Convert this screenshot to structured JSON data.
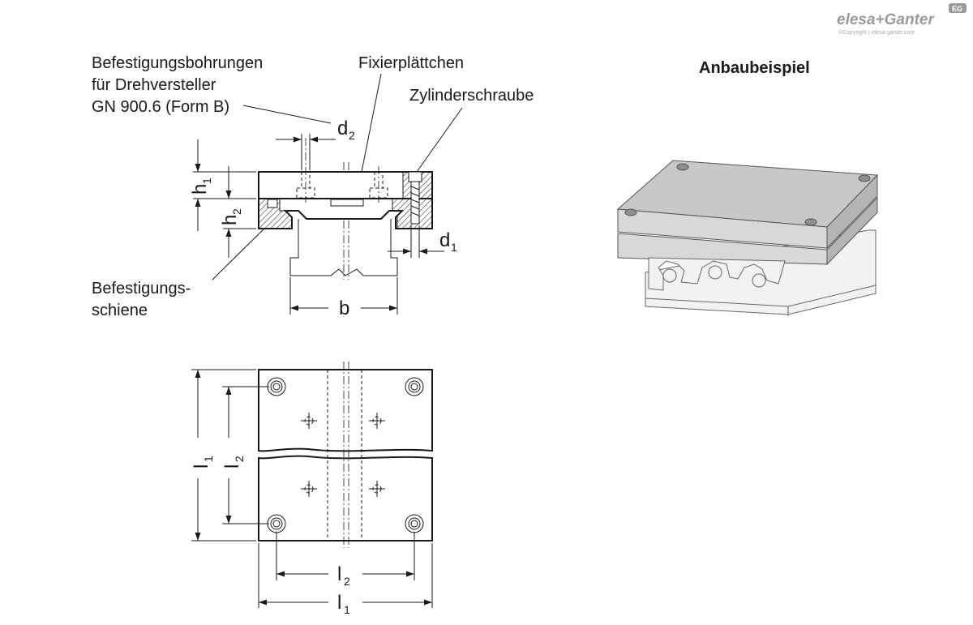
{
  "brand": {
    "logo_text": "elesa+Ganter",
    "badge_text": "EG",
    "copyright_text": "©Copyright | elesa-ganter.com"
  },
  "labels": {
    "mounting_holes_line1": "Befestigungsbohrungen",
    "mounting_holes_line2": "für Drehversteller",
    "mounting_holes_line3": "GN 900.6 (Form B)",
    "fixing_plate": "Fixierplättchen",
    "cylinder_screw": "Zylinderschraube",
    "mounting_rail_line1": "Befestigungs-",
    "mounting_rail_line2": "schiene",
    "example_title": "Anbaubeispiel"
  },
  "dimensions": {
    "d2": {
      "main": "d",
      "sub": "2"
    },
    "d1": {
      "main": "d",
      "sub": "1"
    },
    "h1": {
      "main": "h",
      "sub": "1"
    },
    "h2": {
      "main": "h",
      "sub": "2"
    },
    "b": {
      "main": "b"
    },
    "l1_vertical": {
      "main": "l",
      "sub": "1"
    },
    "l2_vertical": {
      "main": "l",
      "sub": "2"
    },
    "l2_horizontal": {
      "main": "l",
      "sub": "2"
    },
    "l1_horizontal": {
      "main": "l",
      "sub": "1"
    }
  }
}
